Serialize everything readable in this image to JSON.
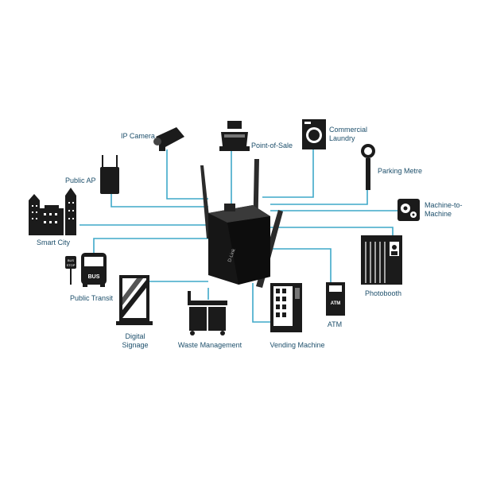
{
  "labels": {
    "ip_camera": "IP Camera",
    "point_of_sale": "Point-of-Sale",
    "commercial_laundry_1": "Commercial",
    "commercial_laundry_2": "Laundry",
    "parking_metre": "Parking Metre",
    "public_ap": "Public AP",
    "machine_to_machine_1": "Machine-to-",
    "machine_to_machine_2": "Machine",
    "smart_city": "Smart City",
    "public_transit": "Public Transit",
    "digital_signage_1": "Digital",
    "digital_signage_2": "Signage",
    "waste_management": "Waste Management",
    "vending_machine": "Vending Machine",
    "atm": "ATM",
    "photobooth": "Photobooth"
  },
  "icon_text": {
    "atm": "ATM",
    "bus": "BUS",
    "bus_stop_1": "BUS",
    "bus_stop_2": "STOP",
    "router_brand": "D-Link"
  },
  "colors": {
    "line": "#3fa9c9",
    "icon": "#1b1b1b",
    "label": "#1d4f6b"
  }
}
